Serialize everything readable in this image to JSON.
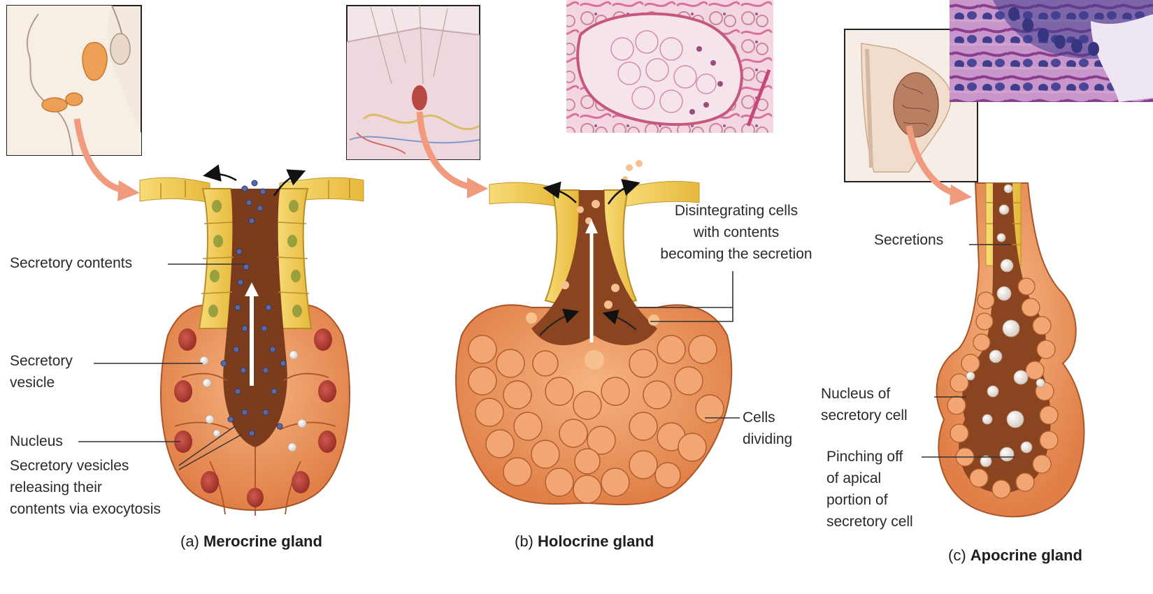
{
  "panels": [
    {
      "caption_prefix": "(a)",
      "caption_name": "Merocrine gland",
      "labels": {
        "secretory_contents": "Secretory contents",
        "secretory_vesicle": [
          "Secretory",
          "vesicle"
        ],
        "nucleus": "Nucleus",
        "vesicles_releasing": [
          "Secretory vesicles",
          "releasing their",
          "contents via exocytosis"
        ]
      }
    },
    {
      "caption_prefix": "(b)",
      "caption_name": "Holocrine gland",
      "labels": {
        "disintegrating_cells": [
          "Disintegrating cells",
          "with contents",
          "becoming the secretion"
        ],
        "cells_dividing": [
          "Cells",
          "dividing"
        ]
      }
    },
    {
      "caption_prefix": "(c)",
      "caption_name": "Apocrine gland",
      "labels": {
        "secretions": "Secretions",
        "nucleus_secretory_cell": [
          "Nucleus of",
          "secretory cell"
        ],
        "pinching_off": [
          "Pinching off",
          "of apical",
          "portion of",
          "secretory cell"
        ]
      }
    }
  ],
  "colors": {
    "gland_orange": "#e8935a",
    "duct_yellow": "#f2cc55",
    "nucleus_red": "#b8443a",
    "lumen_brown": "#7a3c1c",
    "vesicle_blue": "#5a6aa0",
    "stain_pink": "#e8a9c2",
    "stain_purple": "#7a4a9a",
    "arrow_salmon": "#f09a7e"
  }
}
